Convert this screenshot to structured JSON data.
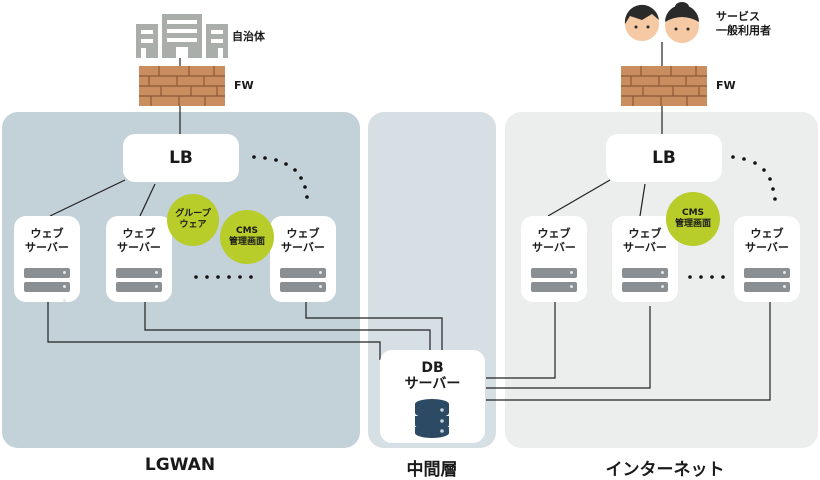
{
  "zones": {
    "lgwan": "LGWAN",
    "middle": "中間層",
    "internet": "インターネット"
  },
  "top_left": {
    "entity": "自治体",
    "firewall": "FW"
  },
  "top_right": {
    "entity": "サービス\n一般利用者",
    "firewall": "FW"
  },
  "lb_label": "LB",
  "web_server_label": "ウェブ\nサーバー",
  "db_server_label": "DB\nサーバー",
  "badges": {
    "groupware": "グループ\nウェア",
    "cms": "CMS\n管理画面"
  },
  "colors": {
    "lgwan_zone": "#c3d1d8",
    "middle_zone": "#d5dfe4",
    "internet_zone": "#eceeee",
    "badge": "#b8cc2a",
    "brick": "#c98d5f",
    "db_icon": "#2c4a63"
  }
}
